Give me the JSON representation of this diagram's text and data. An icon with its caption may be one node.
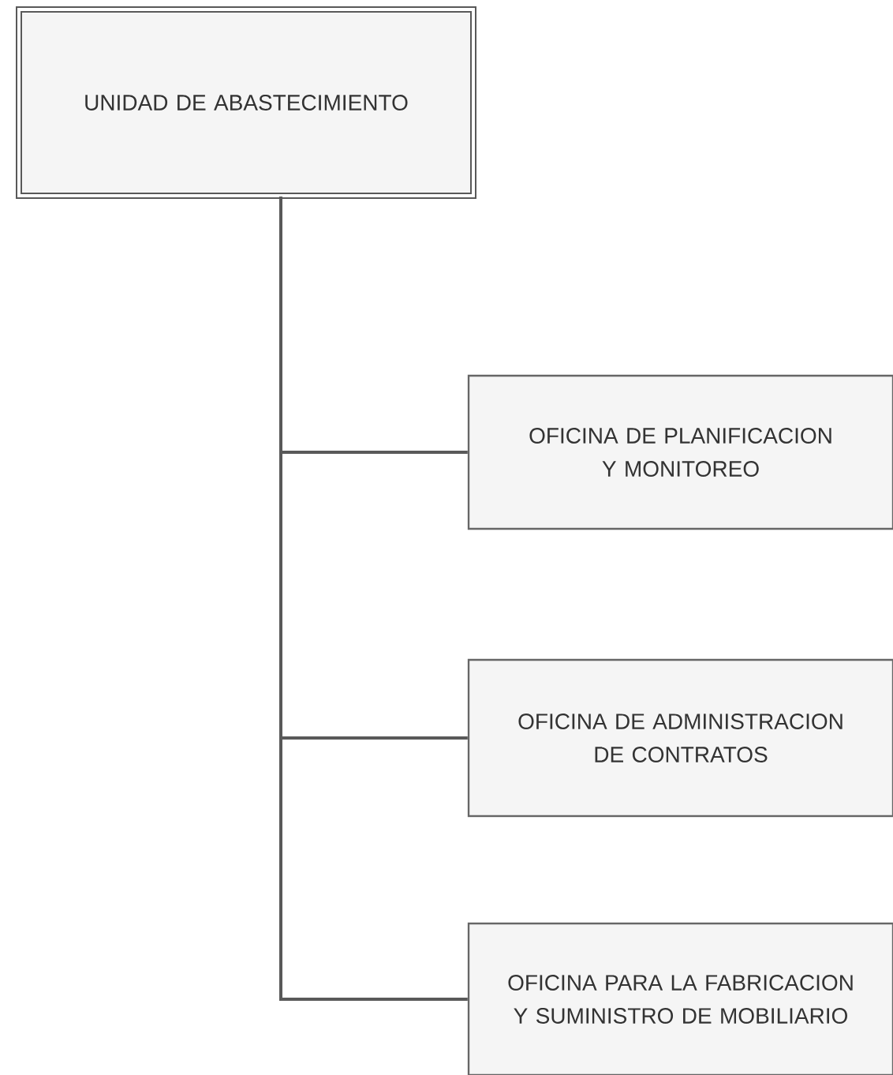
{
  "diagram": {
    "nodes": [
      {
        "text": [
          "UNIDAD DE ABASTECIMIENTO"
        ]
      },
      {
        "text": [
          "OFICINA DE PLANIFICACION Y MONITOREO"
        ]
      },
      {
        "text": [
          "OFICINA DE ADMINISTRACION DE CONTRATOS"
        ]
      },
      {
        "text": [
          "OFICINA PARA LA FABRICACION Y SUMINISTRO DE MOBILIARIO"
        ]
      }
    ],
    "edges": [
      {
        "from": 0,
        "to": 1,
        "arrow": "none"
      },
      {
        "from": 0,
        "to": 2,
        "arrow": "none"
      },
      {
        "from": 0,
        "to": 3,
        "arrow": "none"
      }
    ]
  }
}
